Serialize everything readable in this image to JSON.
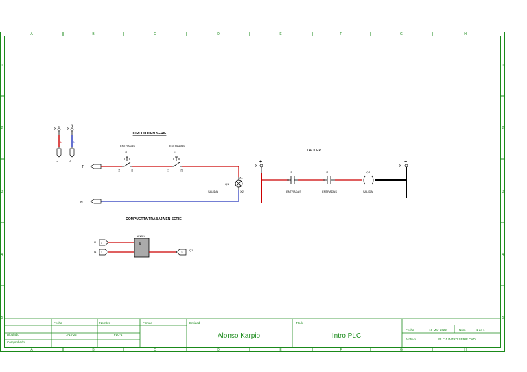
{
  "grid": {
    "columns": [
      "A",
      "B",
      "C",
      "D",
      "E",
      "F",
      "G",
      "H"
    ],
    "rows": [
      "1",
      "2",
      "3",
      "4",
      "5"
    ]
  },
  "titles": {
    "serie": "CIRCUITO EN SERIE",
    "ladder": "LADDER",
    "compuerta": "COMPUERTA TRABAJA EN SERIE"
  },
  "power": {
    "tag": "-X",
    "l_label": "L",
    "n_label": "N",
    "l_wire": "L",
    "n_wire": "N",
    "l_bottom": "L",
    "n_bottom": "N"
  },
  "circuit": {
    "line_in": "T",
    "neutral_in": "N",
    "input1": {
      "caption": "ENTRADAS",
      "tag": "I1",
      "pin_left": "X1",
      "pin_right": "13"
    },
    "input2": {
      "caption": "ENTRADAS",
      "tag": "I1",
      "pin_left": "X1",
      "pin_right": "13"
    },
    "lamp": {
      "tag": "Q1",
      "caption": "SALIDA",
      "pin_top": "X1",
      "pin_bottom": "X2"
    }
  },
  "ladder": {
    "tag_left": "-X",
    "tag_right": "-X",
    "plus": "+",
    "minus": "−",
    "contact1": {
      "tag": "I1",
      "caption": "ENTRADAS"
    },
    "contact2": {
      "tag": "I1",
      "caption": "ENTRADAS"
    },
    "coil": {
      "tag": "Q1",
      "caption": "SALIDA"
    }
  },
  "gate": {
    "type": "AND-Y",
    "symbol": "&",
    "in1": "I1",
    "in2": "I1",
    "in_ref": "1",
    "out": "Q1",
    "out_ref": "1"
  },
  "title_block": {
    "fecha_label": "Fecha",
    "nombre_label": "Nombre",
    "firmas_label": "Firmas",
    "entidad_label": "Entidad",
    "titulo_label": "Título",
    "dibujado_label": "Dibujado",
    "comprobado_label": "Comprobado",
    "dibujado_fecha": "3-10-22",
    "dibujado_nombre": "PLC-1",
    "entidad": "Alonso Karpio",
    "titulo": "Intro PLC",
    "fecha2_label": "Fecha",
    "fecha2": "10-Mar-2022",
    "num_label": "Núm",
    "num": "1 de 1",
    "archivo_label": "Archivo",
    "archivo": "PLC-1 INTRO SERIE.CAD"
  },
  "colors": {
    "frame": "#1a8a1a",
    "line_wire": "#cc0000",
    "neutral_wire": "#2233bb",
    "ink": "#000000"
  }
}
